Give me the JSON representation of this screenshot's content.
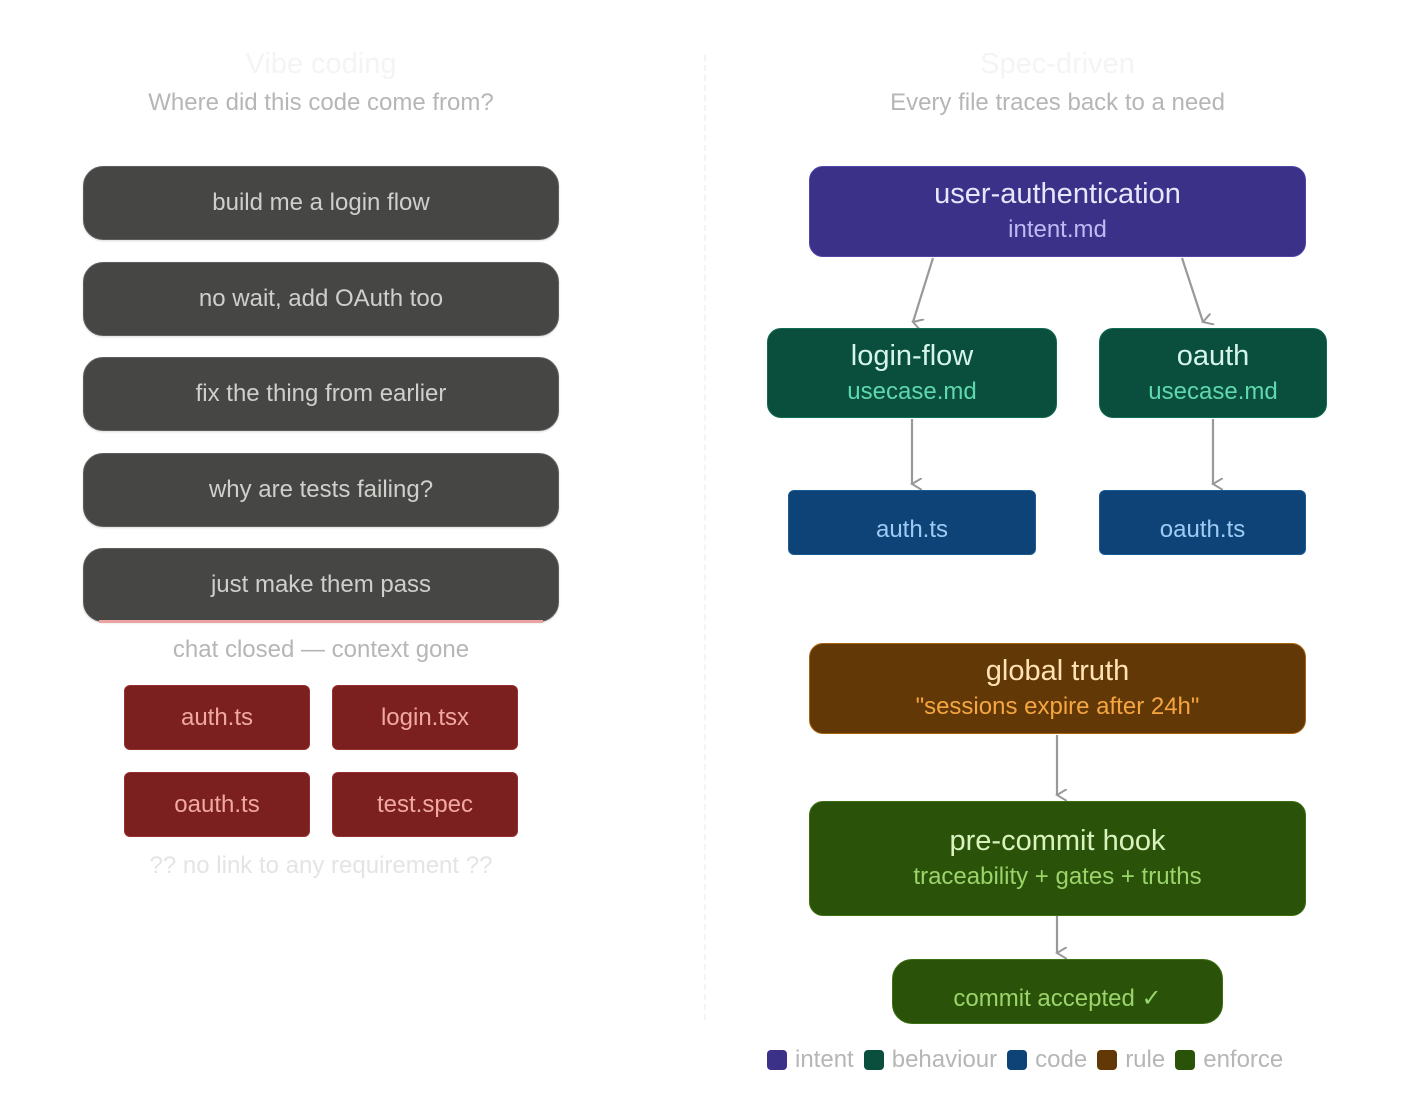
{
  "left": {
    "title": "Vibe coding",
    "subtitle": "Where did this code come from?",
    "chat_messages": [
      "build me a login flow",
      "no wait, add OAuth too",
      "fix the thing from earlier",
      "why are tests failing?",
      "just make them pass"
    ],
    "closed_note": "chat closed — context gone",
    "files": [
      "auth.ts",
      "login.tsx",
      "oauth.ts",
      "test.spec"
    ],
    "footer_note": "?? no link to any requirement ??"
  },
  "right": {
    "title": "Spec-driven",
    "subtitle": "Every file traces back to a need",
    "intent_node": {
      "title": "user-authentication",
      "file": "intent.md"
    },
    "usecases": [
      {
        "title": "login-flow",
        "file": "usecase.md"
      },
      {
        "title": "oauth",
        "file": "usecase.md"
      }
    ],
    "code_files": [
      "auth.ts",
      "oauth.ts"
    ],
    "truth_node": {
      "title": "global truth",
      "quote": "\"sessions expire after 24h\""
    },
    "hook_node": {
      "title": "pre-commit hook",
      "detail": "traceability + gates + truths"
    },
    "result_node": {
      "label": "commit accepted ✓"
    }
  },
  "legend": [
    {
      "label": "intent",
      "color": "#3b3189"
    },
    {
      "label": "behaviour",
      "color": "#0a4f3d"
    },
    {
      "label": "code",
      "color": "#0e4377"
    },
    {
      "label": "rule",
      "color": "#633807"
    },
    {
      "label": "enforce",
      "color": "#2a5208"
    }
  ],
  "colors": {
    "chat_bubble": "#464644",
    "file_red": "#7b1f1f",
    "arrow": "#999999"
  }
}
